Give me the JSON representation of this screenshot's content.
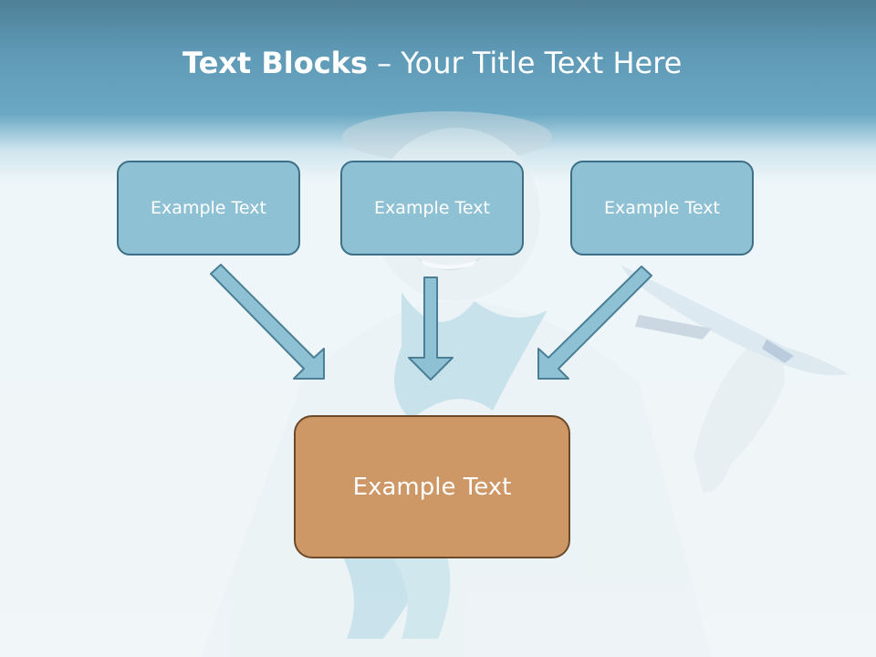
{
  "slide": {
    "title_bold": "Text Blocks",
    "title_rest": " – Your Title Text Here"
  },
  "boxes": [
    {
      "label": "Example Text"
    },
    {
      "label": "Example Text"
    },
    {
      "label": "Example Text"
    }
  ],
  "target_box": {
    "label": "Example Text"
  },
  "colors": {
    "header_top": "#4f8098",
    "header_bottom": "#6aa8c3",
    "box_fill": "#8fc1d4",
    "box_border": "#3d6f86",
    "target_fill": "#cd9766",
    "target_border": "#6b4a2a",
    "arrow_fill": "#8fc1d4",
    "arrow_stroke": "#4a7f96"
  }
}
